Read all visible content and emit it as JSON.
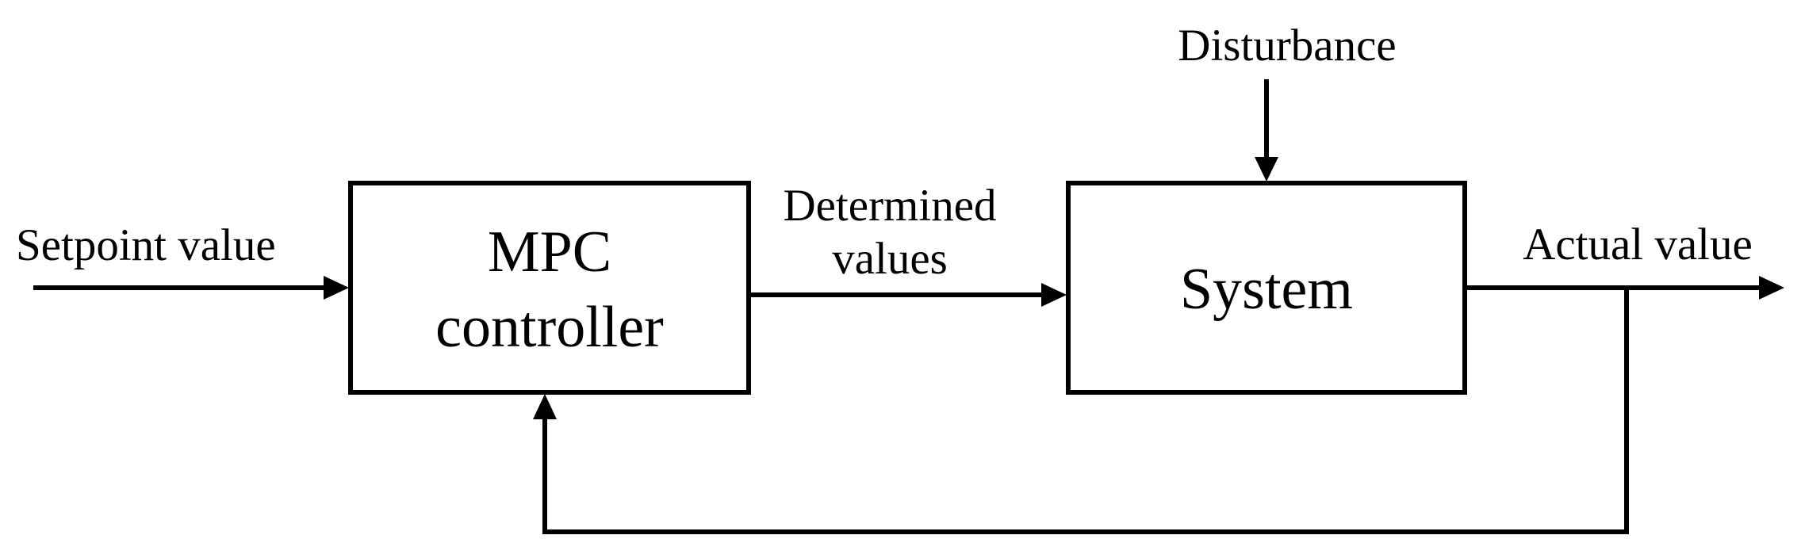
{
  "blocks": {
    "mpc": {
      "line1": "MPC",
      "line2": "controller"
    },
    "system": {
      "label": "System"
    }
  },
  "signals": {
    "setpoint": "Setpoint value",
    "determined_line1": "Determined",
    "determined_line2": "values",
    "disturbance": "Disturbance",
    "actual": "Actual value"
  }
}
